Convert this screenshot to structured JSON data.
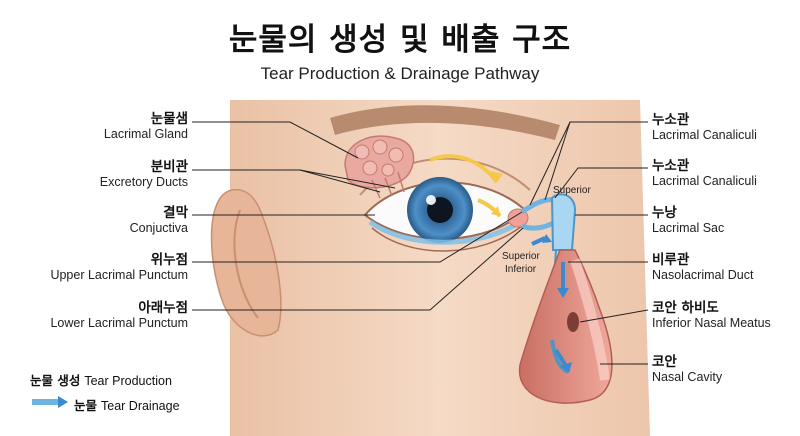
{
  "title": "눈물의 생성 및 배출 구조",
  "subtitle": "Tear Production & Drainage Pathway",
  "labels_left": [
    {
      "ko": "눈물샘",
      "en": "Lacrimal Gland"
    },
    {
      "ko": "분비관",
      "en": "Excretory Ducts"
    },
    {
      "ko": "결막",
      "en": "Conjuctiva"
    },
    {
      "ko": "위누점",
      "en": "Upper Lacrimal Punctum"
    },
    {
      "ko": "아래누점",
      "en": "Lower Lacrimal Punctum"
    }
  ],
  "labels_right": [
    {
      "ko": "누소관",
      "en": "Lacrimal Canaliculi"
    },
    {
      "ko": "누소관",
      "en": "Lacrimal Canaliculi"
    },
    {
      "ko": "누낭",
      "en": "Lacrimal Sac"
    },
    {
      "ko": "비루관",
      "en": "Nasolacrimal Duct"
    },
    {
      "ko": "코안 하비도",
      "en": "Inferior Nasal Meatus"
    },
    {
      "ko": "코안",
      "en": "Nasal Cavity"
    }
  ],
  "annotations": {
    "superior_top": "Superior",
    "superior_mid": "Superior",
    "inferior_mid": "Inferior"
  },
  "legend": {
    "production_ko": "눈물 생성",
    "production_en": "Tear Production",
    "drainage_ko": "눈물",
    "drainage_en": "Tear Drainage"
  },
  "colors": {
    "skin": "#f3d5bf",
    "skin_shadow": "#e2b69a",
    "iris": "#3f7fb8",
    "tear_blue": "#6fb3e0",
    "gland_pink": "#e9a9a0",
    "arrow_yellow": "#f5c84a",
    "nose_inner": "#d98277"
  }
}
